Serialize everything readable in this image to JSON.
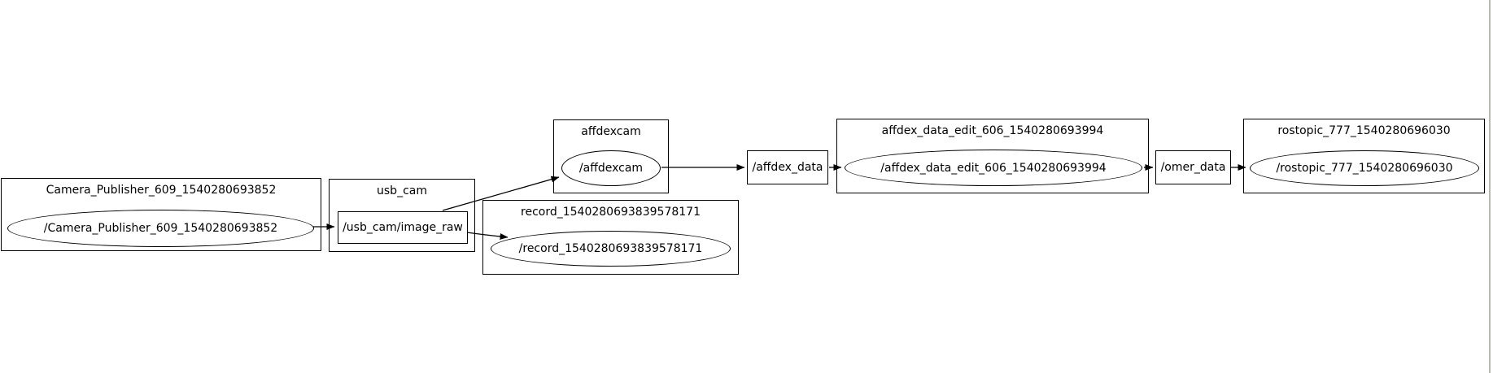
{
  "graph": {
    "clusters": [
      {
        "title": "Camera_Publisher_609_1540280693852",
        "node": "/Camera_Publisher_609_1540280693852"
      },
      {
        "title": "usb_cam",
        "topic": "/usb_cam/image_raw"
      },
      {
        "title": "affdexcam",
        "node": "/affdexcam"
      },
      {
        "title": "record_1540280693839578171",
        "node": "/record_1540280693839578171"
      },
      {
        "title": "affdex_data_edit_606_1540280693994",
        "node": "/affdex_data_edit_606_1540280693994"
      },
      {
        "title": "rostopic_777_1540280696030",
        "node": "/rostopic_777_1540280696030"
      }
    ],
    "topics": [
      {
        "label": "/affdex_data"
      },
      {
        "label": "/omer_data"
      }
    ],
    "edges": [
      {
        "from": "/Camera_Publisher_609_1540280693852",
        "to": "/usb_cam/image_raw"
      },
      {
        "from": "/usb_cam/image_raw",
        "to": "/affdexcam"
      },
      {
        "from": "/usb_cam/image_raw",
        "to": "/record_1540280693839578171"
      },
      {
        "from": "/affdexcam",
        "to": "/affdex_data"
      },
      {
        "from": "/affdex_data",
        "to": "/affdex_data_edit_606_1540280693994"
      },
      {
        "from": "/affdex_data_edit_606_1540280693994",
        "to": "/omer_data"
      },
      {
        "from": "/omer_data",
        "to": "/rostopic_777_1540280696030"
      }
    ],
    "colors": {
      "background": "#ffffff",
      "stroke": "#000000",
      "divider": "#b9b9b1"
    }
  }
}
